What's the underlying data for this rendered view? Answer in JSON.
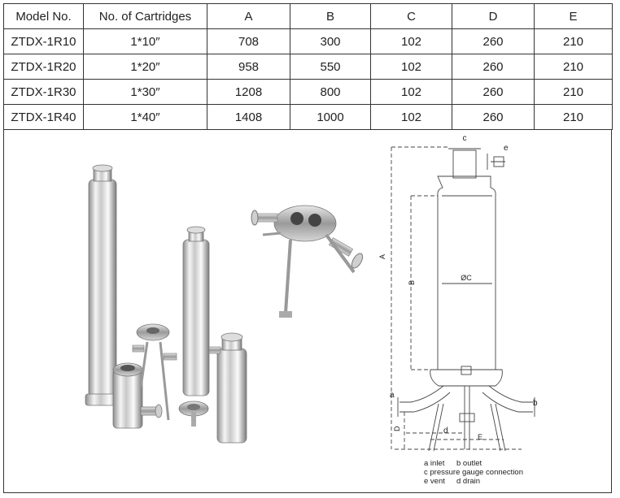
{
  "table": {
    "headers": [
      "Model No.",
      "No. of Cartridges",
      "A",
      "B",
      "C",
      "D",
      "E"
    ],
    "rows": [
      [
        "ZTDX-1R10",
        "1*10″",
        "708",
        "300",
        "102",
        "260",
        "210"
      ],
      [
        "ZTDX-1R20",
        "1*20″",
        "958",
        "550",
        "102",
        "260",
        "210"
      ],
      [
        "ZTDX-1R30",
        "1*30″",
        "1208",
        "800",
        "102",
        "260",
        "210"
      ],
      [
        "ZTDX-1R40",
        "1*40″",
        "1408",
        "1000",
        "102",
        "260",
        "210"
      ]
    ]
  },
  "diagram": {
    "labels": {
      "a": "a",
      "b": "b",
      "c": "c",
      "d": "d",
      "e": "e",
      "A": "A",
      "B": "B",
      "C": "ØC",
      "D": "D",
      "E": "E"
    },
    "legend": [
      [
        "a inlet",
        "b outlet"
      ],
      [
        "c pressure gauge connection"
      ],
      [
        "e vent",
        "d drain"
      ]
    ]
  }
}
